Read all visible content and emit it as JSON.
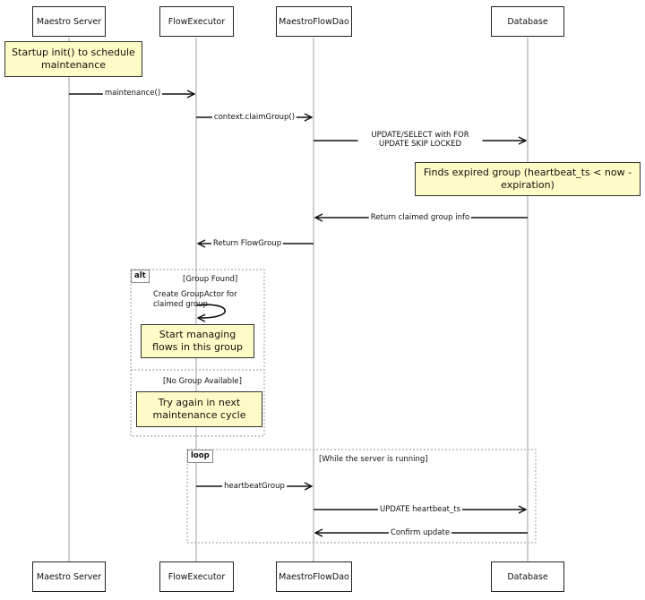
{
  "actors": [
    {
      "id": "server",
      "label": "Maestro Server"
    },
    {
      "id": "executor",
      "label": "FlowExecutor"
    },
    {
      "id": "dao",
      "label": "MaestroFlowDao"
    },
    {
      "id": "db",
      "label": "Database"
    }
  ],
  "notes": {
    "startup": "Startup init() to schedule maintenance",
    "expired": "Finds expired group (heartbeat_ts < now - expiration)",
    "managing": "Start managing flows in this group",
    "try_again": "Try again in next maintenance cycle"
  },
  "messages": {
    "maintenance": "maintenance()",
    "claim_group": "context.claimGroup()",
    "update_select": "UPDATE/SELECT with FOR UPDATE SKIP LOCKED",
    "return_claimed": "Return claimed group info",
    "return_flowgroup": "Return FlowGroup",
    "create_actor": "Create GroupActor for claimed group",
    "heartbeat_group": "heartbeatGroup",
    "update_heartbeat": "UPDATE heartbeat_ts",
    "confirm_update": "Confirm update"
  },
  "fragments": {
    "alt_tag": "alt",
    "alt_guard1": "[Group Found]",
    "alt_guard2": "[No Group Available]",
    "loop_tag": "loop",
    "loop_guard": "[While the server is running]"
  }
}
